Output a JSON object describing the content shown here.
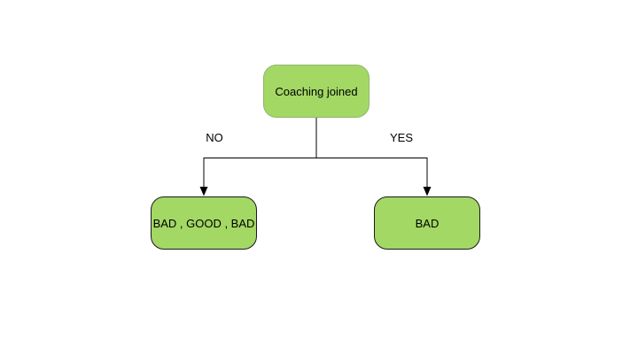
{
  "diagram": {
    "type": "decision-tree",
    "root": {
      "label": "Coaching joined"
    },
    "edges": [
      {
        "label": "NO",
        "target": "left-leaf"
      },
      {
        "label": "YES",
        "target": "right-leaf"
      }
    ],
    "leaves": [
      {
        "label": "BAD , GOOD , BAD",
        "branch": "NO"
      },
      {
        "label": "BAD",
        "branch": "YES"
      }
    ],
    "colors": {
      "node_fill": "#a3d865",
      "root_border": "#93b46c",
      "leaf_border": "#1a1a1a",
      "connector_line": "#000000",
      "text": "#000000",
      "background": "#ffffff"
    }
  }
}
